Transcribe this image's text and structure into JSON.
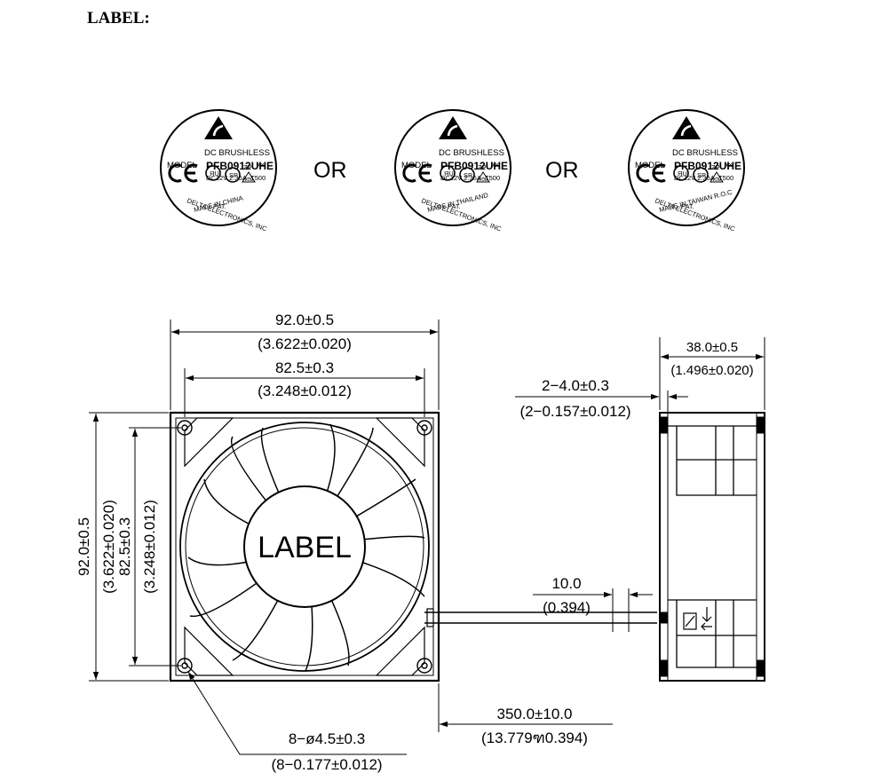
{
  "heading": "LABEL:",
  "label_separator": "OR",
  "labels": [
    {
      "line_type": "DC   BRUSHLESS",
      "model_caption": "MODEL",
      "model": "PFB0912UHE",
      "rating": "DC12V   2.35A   -T500",
      "ce": "CE",
      "ul": "ЯU",
      "csa": "SP",
      "zp": "ZP",
      "xx": "xx",
      "vde": "VDE",
      "pat": "PAT.",
      "maker": "DELTA   ELECTRONICS, INC",
      "origin": "MADE  IN  CHINA"
    },
    {
      "line_type": "DC   BRUSHLESS",
      "model_caption": "MODEL",
      "model": "PFB0912UHE",
      "rating": "DC12V   2.35A   -T500",
      "ce": "CE",
      "ul": "ЯU",
      "csa": "SP",
      "zp": "ZP",
      "xx": "xx",
      "vde": "VDE",
      "pat": "PAT.",
      "maker": "DELTA   ELECTRONICS, INC",
      "origin": "MADE  IN  THAILAND"
    },
    {
      "line_type": "DC   BRUSHLESS",
      "model_caption": "MODEL",
      "model": "PFB0912UHE",
      "rating": "DC12V   2.35A   -T500",
      "ce": "CE",
      "ul": "ЯU",
      "csa": "SP",
      "zp": "ZP",
      "xx": "xx",
      "vde": "VDE",
      "pat": "PAT.",
      "maker": "DELTA   ELECTRONICS, INC",
      "origin": "MADE  IN  TAIWAN  R.O.C"
    }
  ],
  "front_view": {
    "hub_label": "LABEL",
    "width_mm": "92.0±0.5",
    "width_in": "(3.622±0.020)",
    "hole_span_mm": "82.5±0.3",
    "hole_span_in": "(3.248±0.012)",
    "height_mm": "92.0±0.5",
    "height_in": "(3.622±0.020)",
    "hole_vspan_mm": "82.5±0.3",
    "hole_vspan_in": "(3.248±0.012)",
    "holes_mm": "8−ø4.5±0.3",
    "holes_in": "(8−0.177±0.012)"
  },
  "lead_wire": {
    "length_mm": "350.0±10.0",
    "length_in": "(13.779ฑ0.394)",
    "strip_mm": "10.0",
    "strip_in": "(0.394)"
  },
  "side_view": {
    "depth_mm": "38.0±0.5",
    "depth_in": "(1.496±0.020)",
    "flange_mm": "2−4.0±0.3",
    "flange_in": "(2−0.157±0.012)"
  }
}
